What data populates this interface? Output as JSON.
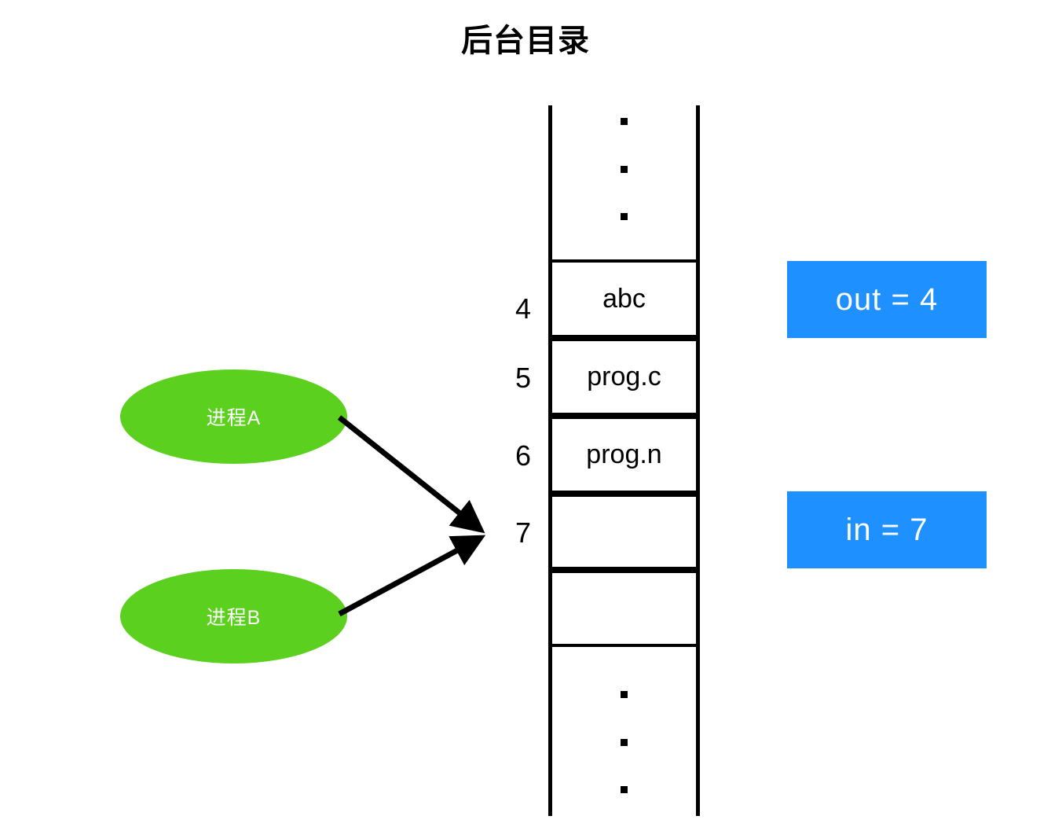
{
  "diagram": {
    "title": "后台目录",
    "colors": {
      "process_fill": "#5CD01E",
      "process_text": "#ffffff",
      "pointer_fill": "#1E90FF",
      "pointer_text": "#ffffff",
      "line": "#000000",
      "background": "#ffffff"
    }
  },
  "table": {
    "name": "spool-directory-table",
    "rows": [
      {
        "index": "",
        "value": "",
        "kind": "ellipsis-top"
      },
      {
        "index": "4",
        "value": "abc",
        "kind": "entry"
      },
      {
        "index": "5",
        "value": "prog.c",
        "kind": "entry"
      },
      {
        "index": "6",
        "value": "prog.n",
        "kind": "entry"
      },
      {
        "index": "7",
        "value": "",
        "kind": "entry-empty"
      },
      {
        "index": "",
        "value": "",
        "kind": "entry-empty"
      },
      {
        "index": "",
        "value": "",
        "kind": "ellipsis-bottom"
      }
    ],
    "ellipsis_glyph": "."
  },
  "processes": [
    {
      "id": "process-a",
      "label": "进程A"
    },
    {
      "id": "process-b",
      "label": "进程B"
    }
  ],
  "pointers": [
    {
      "id": "out-pointer",
      "label": "out = 4",
      "variable": "out",
      "value": "4"
    },
    {
      "id": "in-pointer",
      "label": "in = 7",
      "variable": "in",
      "value": "7"
    }
  ],
  "arrows": [
    {
      "id": "arrow-process-a-to-slot-7",
      "from": "process-a",
      "to": "slot-7"
    },
    {
      "id": "arrow-process-b-to-slot-7",
      "from": "process-b",
      "to": "slot-7"
    }
  ]
}
